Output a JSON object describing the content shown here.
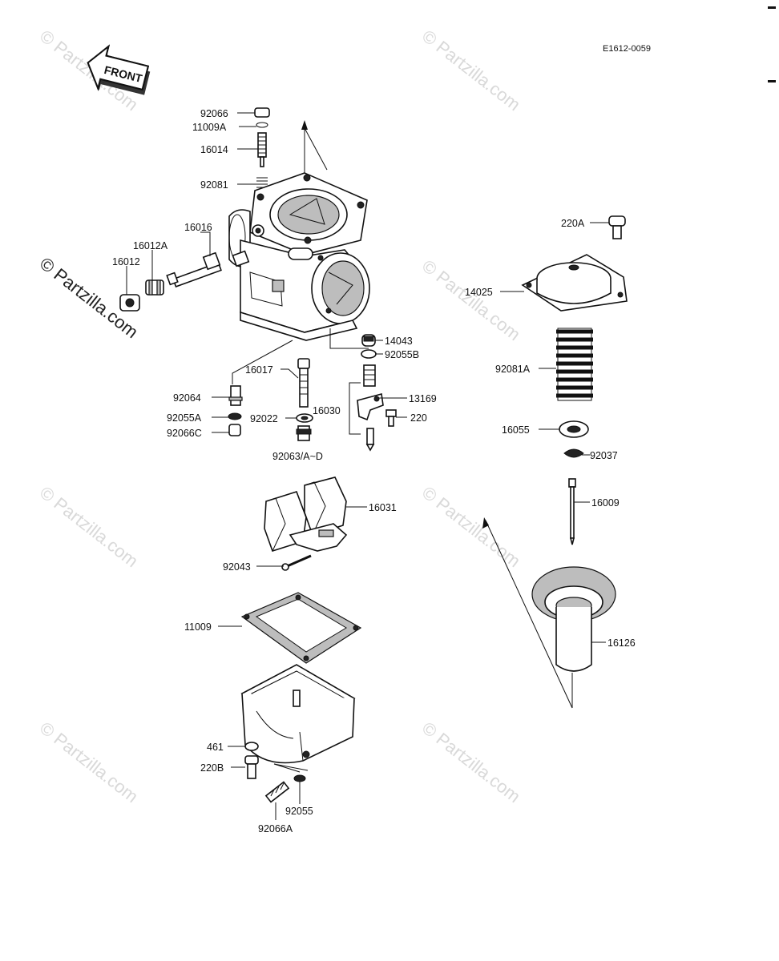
{
  "diagram": {
    "code": "E1612-0059",
    "front_label": "FRONT",
    "watermark": "© Partzilla.com",
    "parts": {
      "p92066": "92066",
      "p11009A": "11009A",
      "p16014": "16014",
      "p92081": "92081",
      "p16016": "16016",
      "p16012A": "16012A",
      "p16012": "16012",
      "p14043": "14043",
      "p92055B": "92055B",
      "p16017": "16017",
      "p13169": "13169",
      "p92064": "92064",
      "p16030": "16030",
      "p220": "220",
      "p92055A": "92055A",
      "p92022": "92022",
      "p92066C": "92066C",
      "p92063": "92063/A~D",
      "p220A": "220A",
      "p14025": "14025",
      "p92081A": "92081A",
      "p16055": "16055",
      "p92037": "92037",
      "p16009": "16009",
      "p16031": "16031",
      "p92043": "92043",
      "p11009": "11009",
      "p16126": "16126",
      "p461": "461",
      "p220B": "220B",
      "p92055": "92055",
      "p92066A": "92066A"
    }
  }
}
